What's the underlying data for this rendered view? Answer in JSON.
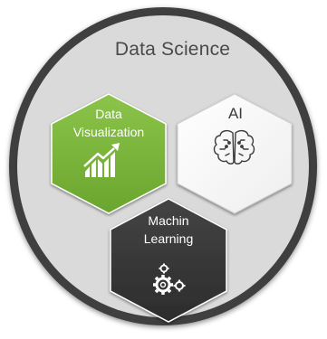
{
  "diagram": {
    "title": "Data Science",
    "nodes": [
      {
        "id": "data-visualization",
        "label_line1": "Data",
        "label_line2": "Visualization",
        "icon": "chart-growth-icon",
        "color": "#7ab43a"
      },
      {
        "id": "ai",
        "label": "AI",
        "icon": "brain-icon",
        "color": "#ffffff"
      },
      {
        "id": "machine-learning",
        "label_line1": "Machin",
        "label_line2": "Learning",
        "icon": "gears-icon",
        "color": "#3a3a3a"
      }
    ]
  },
  "colors": {
    "ring": "#3f3f3f",
    "disc": "#dadada",
    "green": "#7ab43a",
    "dark": "#3a3a3a",
    "white": "#ffffff"
  }
}
